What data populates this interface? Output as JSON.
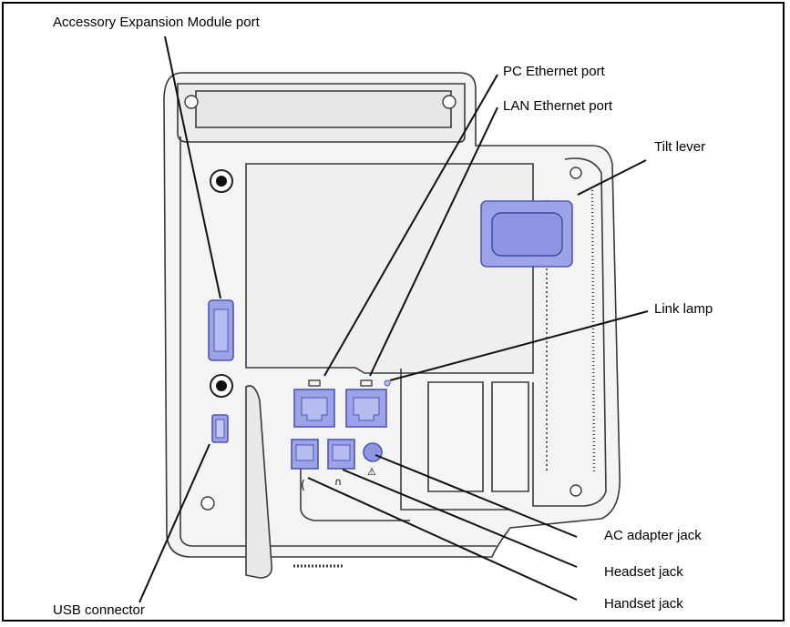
{
  "labels": {
    "accessory_expansion_module_port": "Accessory Expansion Module port",
    "pc_ethernet_port": "PC Ethernet port",
    "lan_ethernet_port": "LAN Ethernet port",
    "tilt_lever": "Tilt lever",
    "link_lamp": "Link lamp",
    "ac_adapter_jack": "AC adapter jack",
    "headset_jack": "Headset jack",
    "handset_jack": "Handset jack",
    "usb_connector": "USB connector"
  },
  "colors": {
    "port_fill": "#9da3e8",
    "port_stroke": "#4f57b0",
    "body_fill": "#f2f2f2",
    "outline": "#3a3a3a"
  }
}
